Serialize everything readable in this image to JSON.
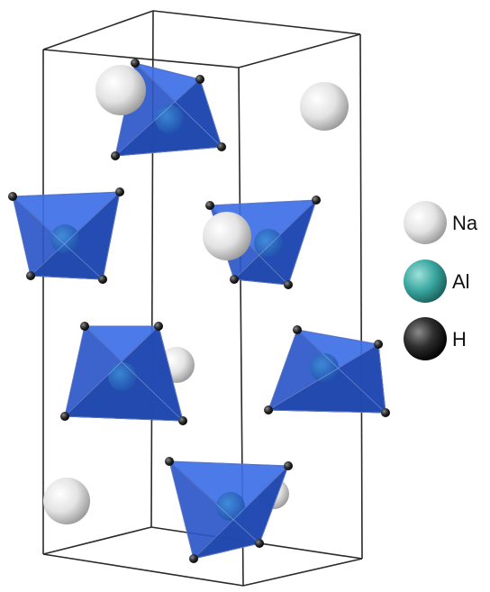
{
  "legend": {
    "items": [
      {
        "label": "Na",
        "color": "#e8e8e8",
        "shade": "#9a9a9a"
      },
      {
        "label": "Al",
        "color": "#3aa6a0",
        "shade": "#1b5f5b"
      },
      {
        "label": "H",
        "color": "#3a3a3a",
        "shade": "#050505"
      }
    ]
  },
  "colors": {
    "polyhedron": "#2f5fd6",
    "polyhedron_edge": "#1d3f9e",
    "cell_edge": "#222222",
    "sodium": "#e8e8e8",
    "aluminium": "#2a63b8",
    "hydrogen": "#1a1a1a"
  }
}
